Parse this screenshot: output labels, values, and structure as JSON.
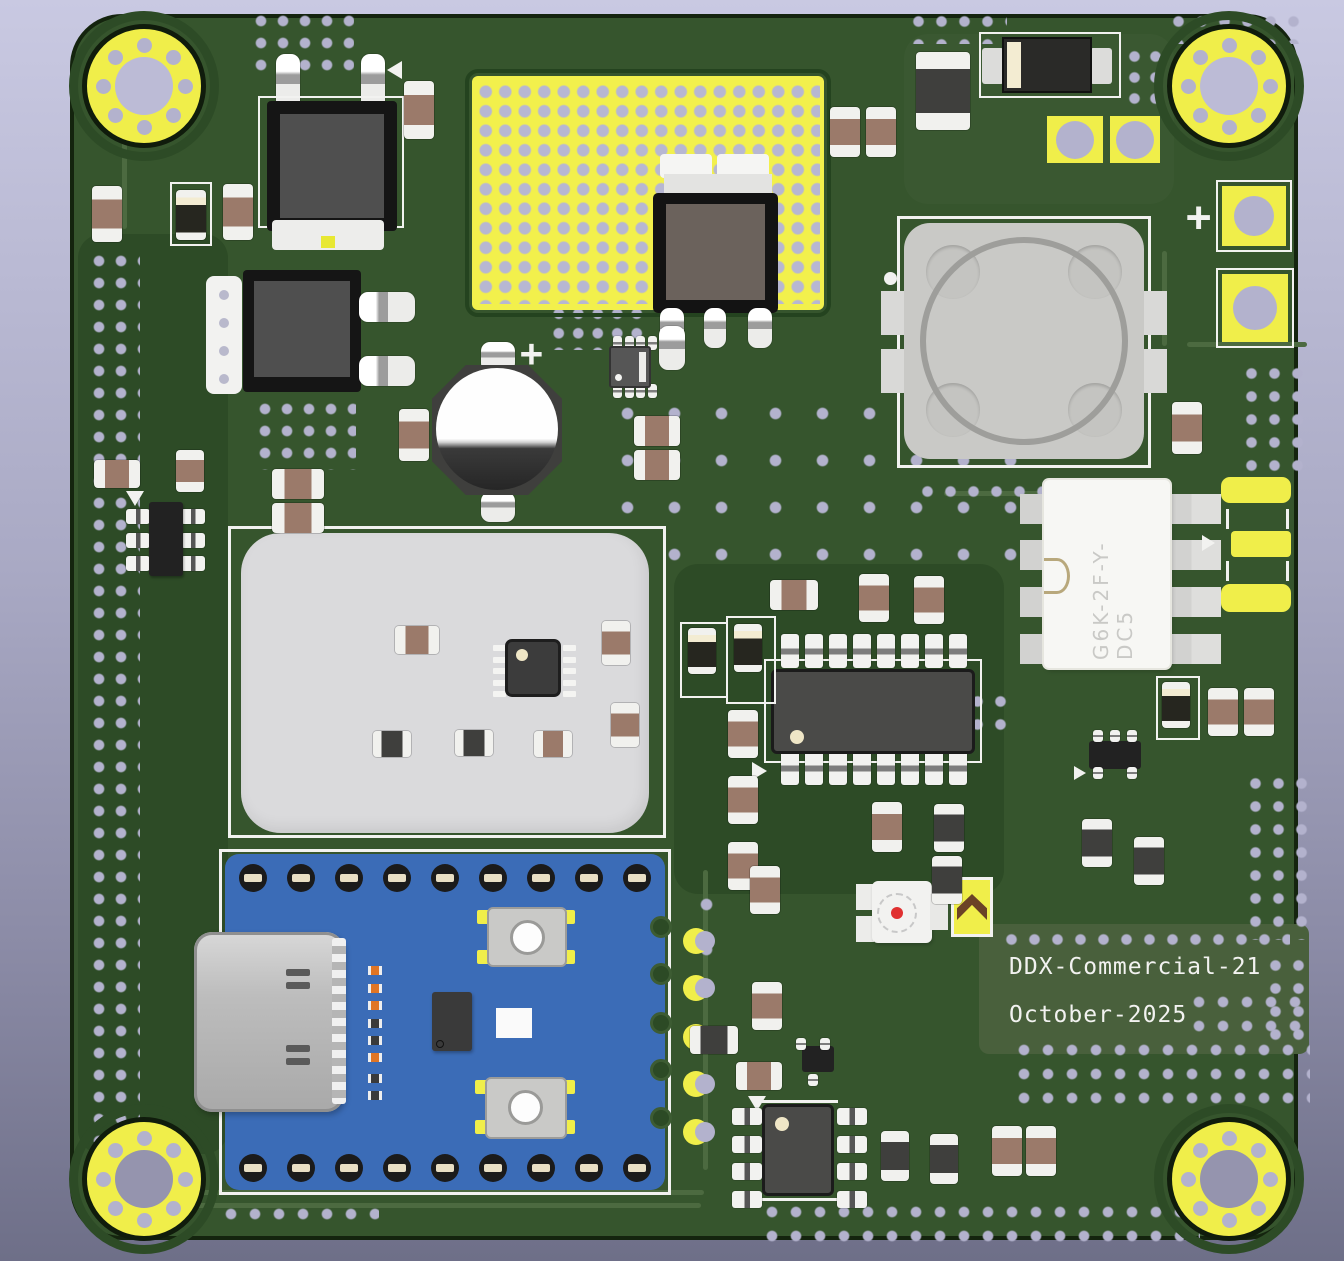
{
  "scene": {
    "description": "3D rendered printed circuit board, top view"
  },
  "silkscreen": {
    "title_line1": "DDX-Commercial-21",
    "title_line2": "October-2025",
    "plus": "+"
  },
  "relay": {
    "label": "G6K-2F-Y-DC5"
  },
  "colors": {
    "background_top": "#c9c9e2",
    "background_bottom": "#6e6f88",
    "board_green": "#36552d",
    "zone_dark": "#2d4b26",
    "zone_light": "#49603c",
    "trace_green": "#4c6a40",
    "silkscreen": "#f2f2f0",
    "solder_yellow": "#f0ee4a",
    "pad_hole": "#b3b2cd",
    "module_blue": "#3b6cb7",
    "module_gray": "#dadadc",
    "relay_white": "#f7f7f4",
    "buzzer_gray": "#c9c9c6",
    "cap_brown": "#9b7a6a",
    "res_dark": "#3f3f3d",
    "diode_stripe": "#f3ecd2",
    "led_red": "#e03030",
    "smd_orange": "#e07525",
    "usb_silver": "#c0c0c0"
  }
}
